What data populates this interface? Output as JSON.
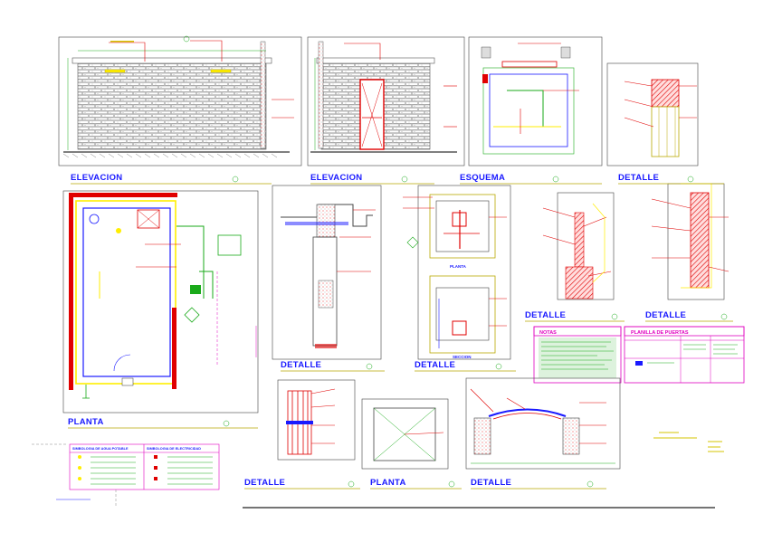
{
  "titles": {
    "elev1": "ELEVACION",
    "elev2": "ELEVACION",
    "esquema": "ESQUEMA",
    "detalle_top": "DETALLE",
    "planta_main": "PLANTA",
    "detalle_mid1": "DETALLE",
    "detalle_mid2": "DETALLE",
    "detalle_right1": "DETALLE",
    "detalle_right2": "DETALLE",
    "detalle_bot1": "DETALLE",
    "planta_bot": "PLANTA",
    "detalle_bot2": "DETALLE"
  },
  "inline_labels": {
    "planta_small": "PLANTA",
    "seccion": "SECCION",
    "notas": "NOTAS",
    "planilla": "PLANILLA DE PUERTAS"
  },
  "legend": {
    "water": "SIMBOLOGIA DE AGUA POTABLE",
    "elec": "SIMBOLOGIA DE ELECTRICIDAD"
  },
  "colors": {
    "title": "#1a1aff",
    "annotation": "#e00000",
    "dimension": "#1aaa1a",
    "subtitle": "#d4c400",
    "table": "#e000c0",
    "brick": "#b0b0b0"
  }
}
